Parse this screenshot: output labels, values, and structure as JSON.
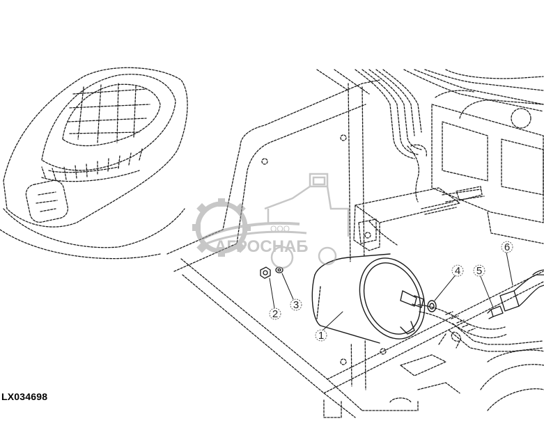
{
  "diagram": {
    "reference_code": "LX034698",
    "callouts": [
      {
        "id": "callout-1",
        "label": "1"
      },
      {
        "id": "callout-2",
        "label": "2"
      },
      {
        "id": "callout-3",
        "label": "3"
      },
      {
        "id": "callout-4",
        "label": "4"
      },
      {
        "id": "callout-5",
        "label": "5"
      },
      {
        "id": "callout-6",
        "label": "6"
      }
    ],
    "watermark": {
      "company_prefix": "ООО",
      "company_name": "АГРОСНАБ",
      "color": "#9a9a9a"
    },
    "line_color": "#1a1a1a"
  }
}
